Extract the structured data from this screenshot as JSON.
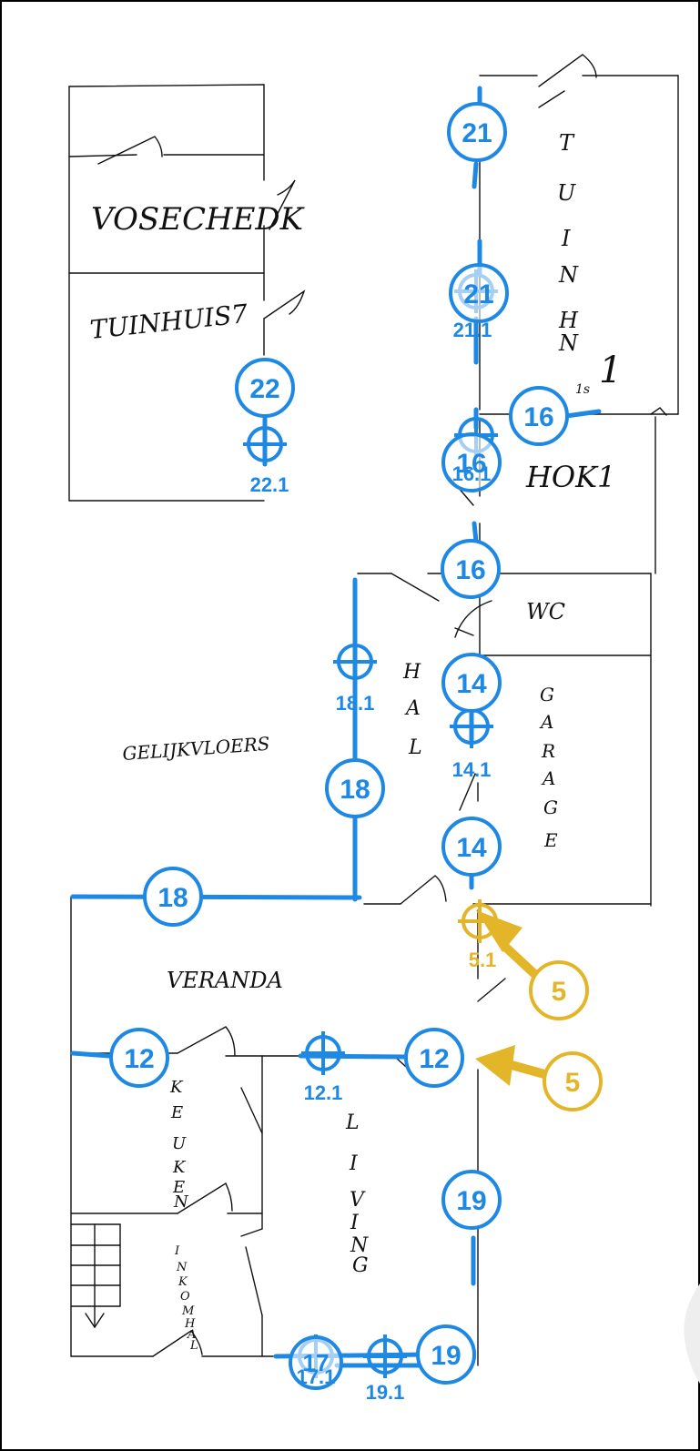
{
  "colors": {
    "blue": "#1e88e5",
    "yellow": "#e3b62a",
    "ink": "#111111",
    "frame": "#000000",
    "background": "#ffffff"
  },
  "rooms": {
    "voorhok": "VOSECHEDK",
    "tuinhuis": "TUINHUIS7",
    "tuin": [
      "T",
      "U",
      "I",
      "N",
      "H",
      "N",
      "1"
    ],
    "tuin_small": "1s",
    "hok": "HOK1",
    "wc": "WC",
    "hal": [
      "H",
      "A",
      "L"
    ],
    "garage": [
      "G",
      "A",
      "R",
      "A",
      "G",
      "E"
    ],
    "gelijkvloers": "GELIJKVLOERS",
    "veranda": "VERANDA",
    "keuken": [
      "K",
      "E",
      "U",
      "K",
      "E",
      "N"
    ],
    "living": [
      "L",
      "I",
      "V",
      "I",
      "N",
      "G"
    ],
    "inkomhal": [
      "I",
      "N",
      "K",
      "O",
      "M",
      "H",
      "A",
      "L"
    ]
  },
  "markers": {
    "m21a": "21",
    "m21b": "21",
    "m21_1": "21.1",
    "m16a": "16",
    "m16b": "16",
    "m16c": "16",
    "m16_1": "16.1",
    "m22": "22",
    "m22_1": "22.1",
    "m18_1": "18.1",
    "m18a": "18",
    "m18b": "18",
    "m14a": "14",
    "m14b": "14",
    "m14_1": "14.1",
    "m12a": "12",
    "m12b": "12",
    "m12_1": "12.1",
    "m19a": "19",
    "m19b": "19",
    "m19_1": "19.1",
    "m17": "17",
    "m17_1": "17.1",
    "m5a": "5",
    "m5b": "5",
    "m5_1": "5.1"
  }
}
